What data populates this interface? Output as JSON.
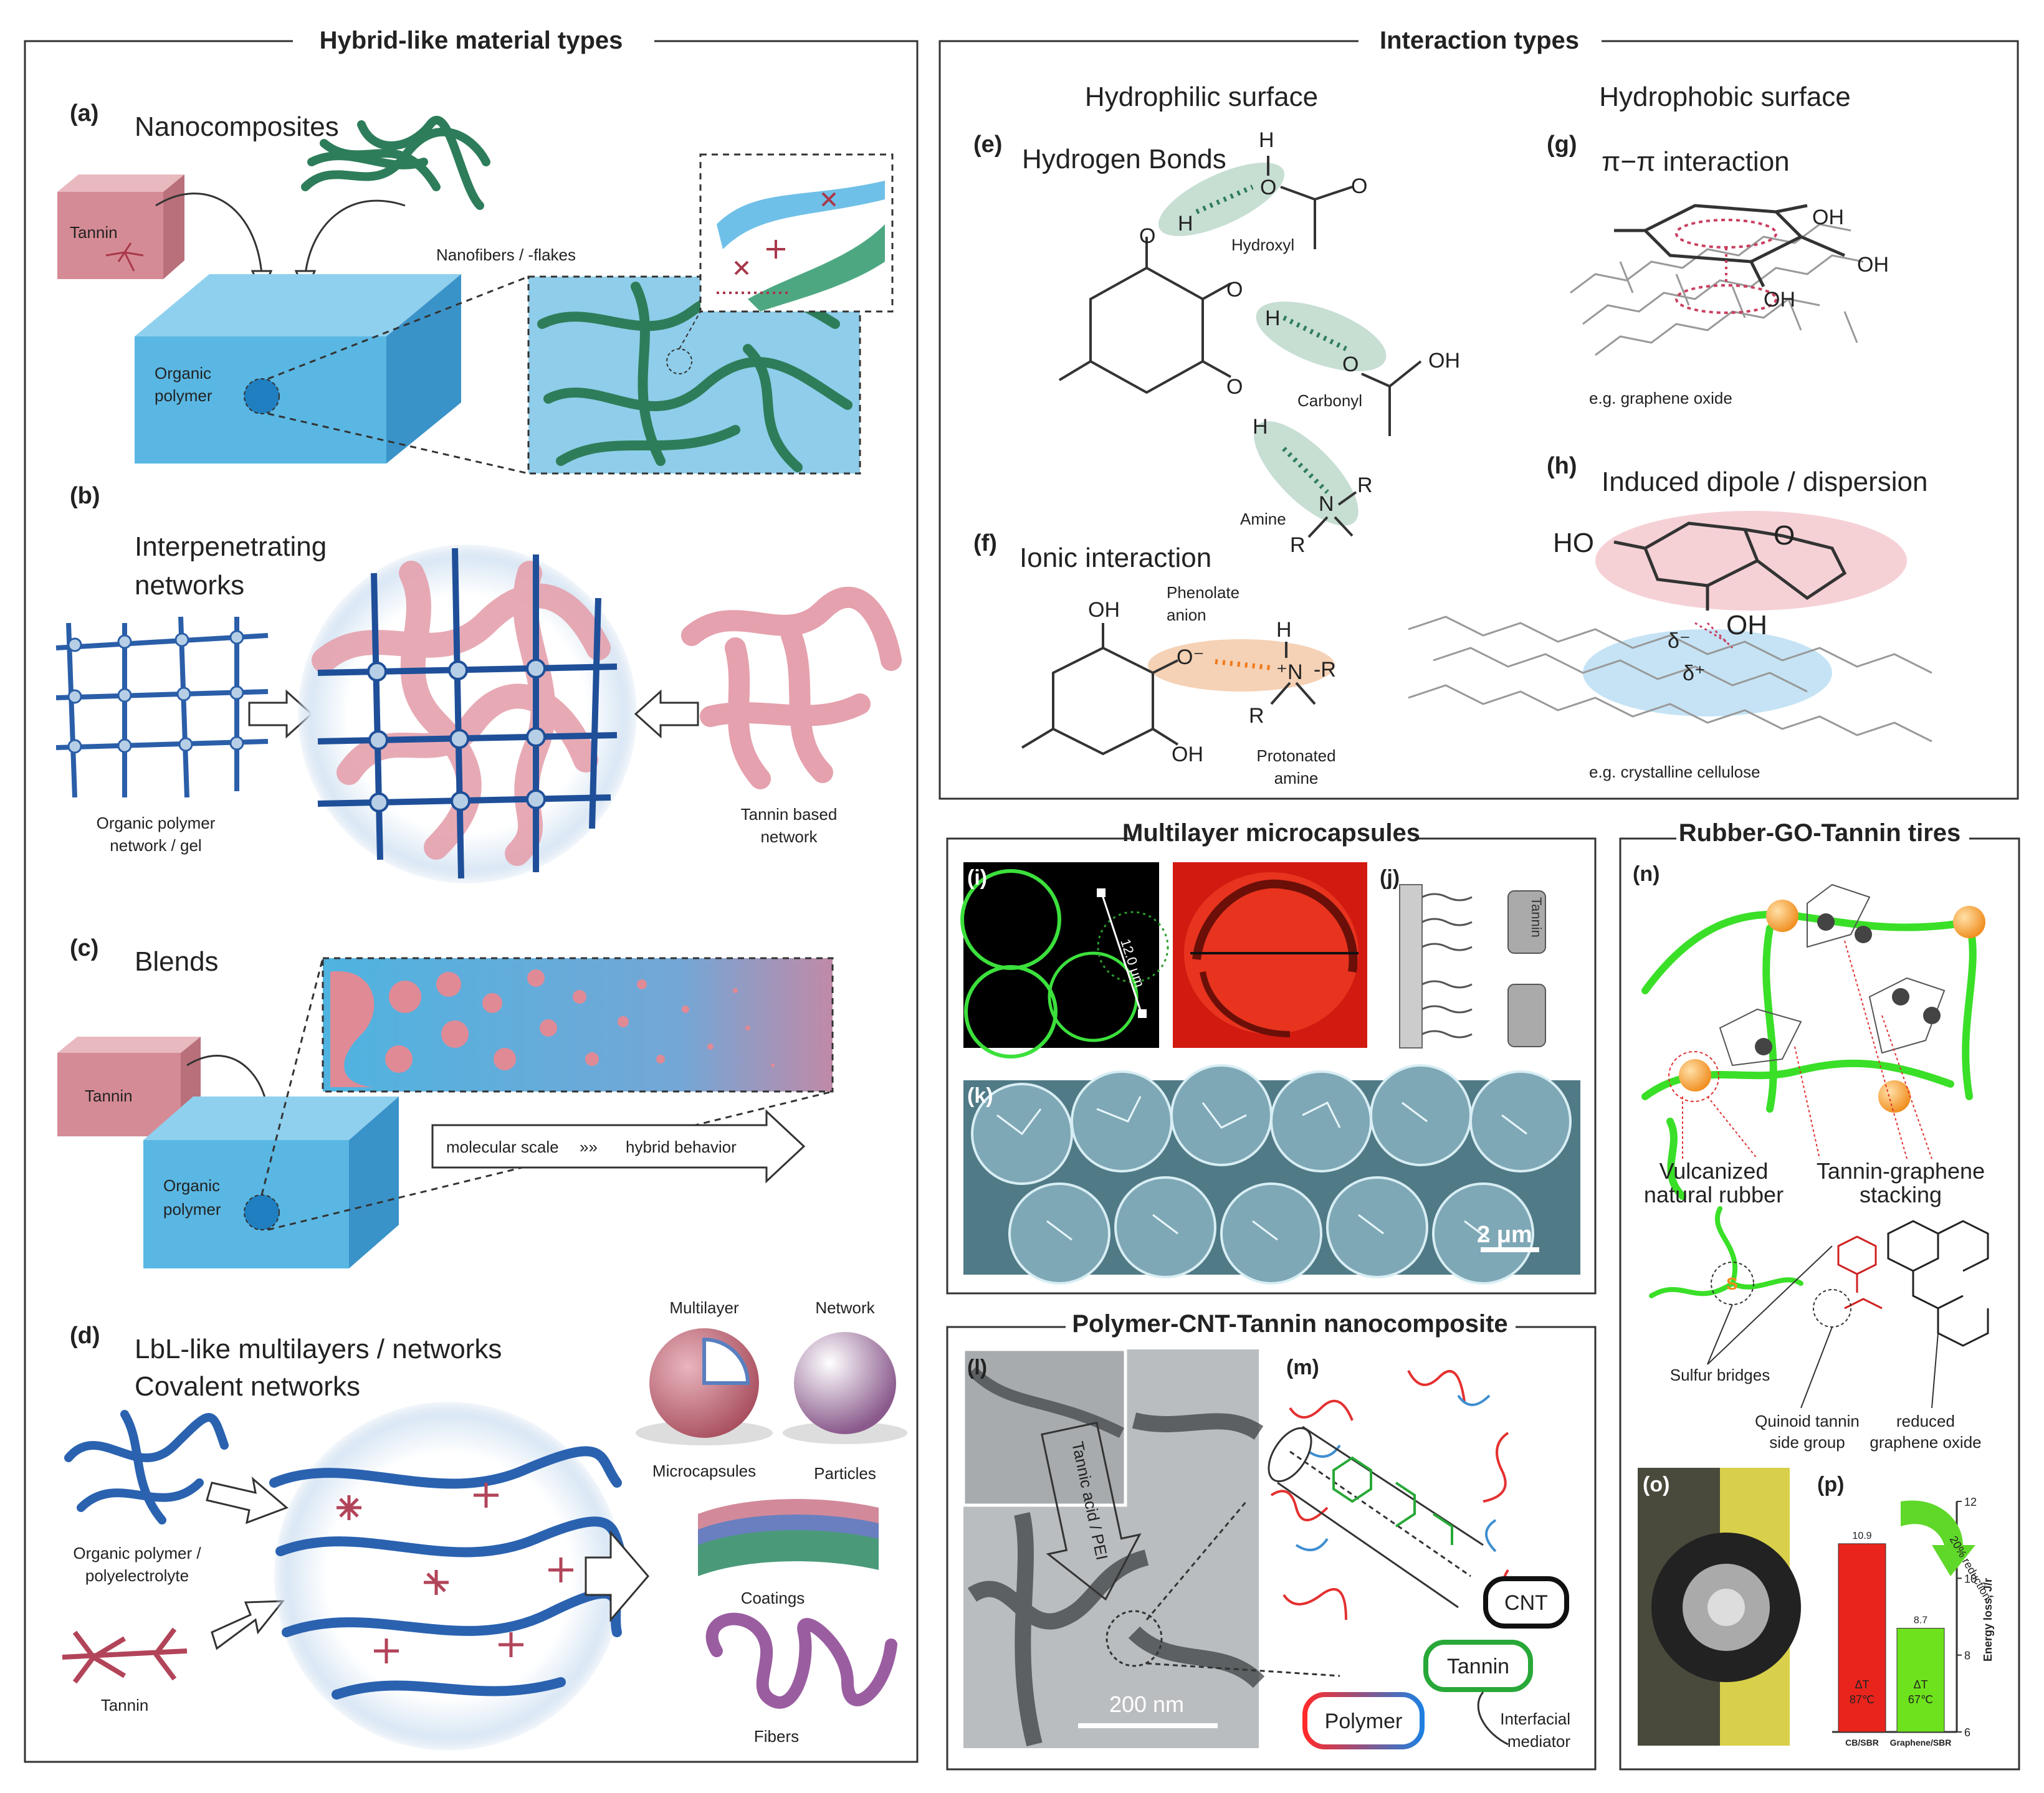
{
  "sections": {
    "hybrid_title": "Hybrid-like material types",
    "interaction_title": "Interaction types",
    "multilayer_title": "Multilayer microcapsules",
    "rubber_title": "Rubber-GO-Tannin tires",
    "cnt_title": "Polymer-CNT-Tannin nanocomposite"
  },
  "panel_a": {
    "letter": "(a)",
    "title": "Nanocomposites",
    "tannin": "Tannin",
    "nanofibers": "Nanofibers  / -flakes",
    "polymer_line1": "Organic",
    "polymer_line2": "polymer"
  },
  "panel_b": {
    "letter": "(b)",
    "title_line1": "Interpenetrating",
    "title_line2": "networks",
    "left_line1": "Organic polymer",
    "left_line2": "network  / gel",
    "right_line1": "Tannin based",
    "right_line2": "network"
  },
  "panel_c": {
    "letter": "(c)",
    "title": "Blends",
    "tannin": "Tannin",
    "polymer_line1": "Organic",
    "polymer_line2": "polymer",
    "arrow_left": "molecular  scale",
    "arrow_right": "hybrid behavior"
  },
  "panel_d": {
    "letter": "(d)",
    "title_line1": "LbL-like multilayers / networks",
    "title_line2": "Covalent networks",
    "polymer_line1": "Organic polymer /",
    "polymer_line2": "polyelectrolyte",
    "tannin": "Tannin",
    "multilayer": "Multilayer",
    "network": "Network",
    "microcapsules": "Microcapsules",
    "particles": "Particles",
    "coatings": "Coatings",
    "fibers": "Fibers"
  },
  "hydrophilic": {
    "title": "Hydrophilic surface",
    "e_letter": "(e)",
    "e_title": "Hydrogen Bonds",
    "hydroxyl": "Hydroxyl",
    "carbonyl": "Carbonyl",
    "amine": "Amine",
    "f_letter": "(f)",
    "f_title": "Ionic interaction",
    "phenolate_line1": "Phenolate",
    "phenolate_line2": "anion",
    "protonated_line1": "Protonated",
    "protonated_line2": "amine"
  },
  "hydrophobic": {
    "title": "Hydrophobic surface",
    "g_letter": "(g)",
    "g_title": "π−π interaction",
    "g_caption": "e.g. graphene  oxide",
    "h_letter": "(h)",
    "h_title": "Induced dipole / dispersion",
    "h_caption": "e.g. crystalline  cellulose",
    "delta_plus": "δ⁺",
    "delta_minus": "δ⁻"
  },
  "chem": {
    "OH": "OH",
    "HO": "HO",
    "H": "H",
    "O": "O",
    "N": "N",
    "R": "R",
    "minusR": "-R",
    "Ominus": "O⁻",
    "Nplus": "⁺N"
  },
  "microcaps": {
    "i_letter": "(i)",
    "j_letter": "(j)",
    "k_letter": "(k)",
    "scale_um": "12.0 μm",
    "scale_2um": "2 μm",
    "tannin_vertical": "Tannin"
  },
  "cnt": {
    "l_letter": "(l)",
    "m_letter": "(m)",
    "arrow_label": "Tannic acid / PEI",
    "scale": "200 nm",
    "cnt_label": "CNT",
    "tannin_label": "Tannin",
    "polymer_label": "Polymer",
    "mediator_line1": "Interfacial",
    "mediator_line2": "mediator"
  },
  "rubber": {
    "n_letter": "(n)",
    "o_letter": "(o)",
    "p_letter": "(p)",
    "vulcanized_line1": "Vulcanized",
    "vulcanized_line2": "natural rubber",
    "stacking_line1": "Tannin-graphene",
    "stacking_line2": "stacking",
    "sulfur": "Sulfur bridges",
    "quinoid_line1": "Quinoid  tannin",
    "quinoid_line2": "side group",
    "reduced_line1": "reduced",
    "reduced_line2": "graphene  oxide",
    "s_label": "S",
    "reduction": "20% reduction"
  },
  "chart_data": {
    "type": "bar",
    "categories": [
      "CB/SBR",
      "Graphene/SBR"
    ],
    "values": [
      10.9,
      8.7
    ],
    "bar_labels": [
      "10.9",
      "8.7"
    ],
    "inner_labels": [
      [
        "ΔT",
        "87℃"
      ],
      [
        "ΔT",
        "67℃"
      ]
    ],
    "colors": [
      "#e8241c",
      "#6ee21c"
    ],
    "ylabel": "Energy loss, J/r",
    "ylim": [
      6,
      12
    ],
    "yticks": [
      "6",
      "8",
      "10",
      "12"
    ]
  }
}
